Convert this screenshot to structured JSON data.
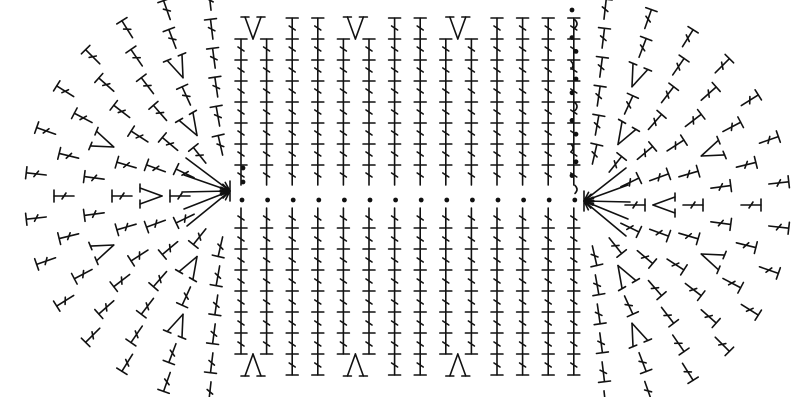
{
  "diagram": {
    "kind": "crochet-chart",
    "ink_color": "#111111",
    "background_color": "#ffffff",
    "symbols": [
      "double-crochet",
      "dc-increase-v",
      "dc-decrease-a",
      "chain",
      "slip-stitch",
      "arrow-join"
    ],
    "center": {
      "columns": 14,
      "top_rows": 8,
      "bottom_rows": 8,
      "increase_columns": [
        0,
        4,
        8
      ],
      "chain_row": true,
      "chain_stitches_per_col": 1
    },
    "right_chain_column": {
      "chains": 14
    },
    "left_fan": {
      "rows": 6,
      "stitches_per_row": [
        7,
        9,
        11,
        12,
        13,
        14
      ]
    },
    "right_fan": {
      "rows": 6,
      "stitches_per_row": [
        7,
        9,
        11,
        12,
        13,
        14
      ]
    }
  }
}
